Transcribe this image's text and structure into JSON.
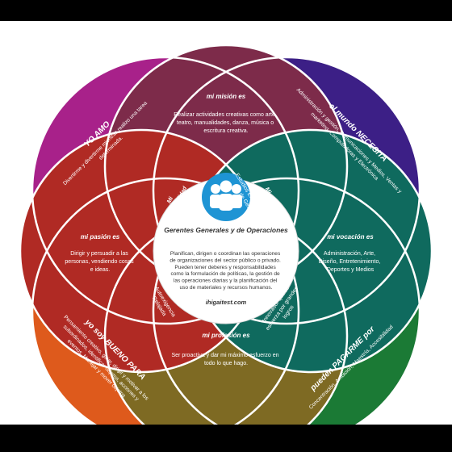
{
  "colors": {
    "love": "#a8218a",
    "need": "#3c1f86",
    "vocation": "#0f6a5e",
    "paid": "#1b7a35",
    "good": "#de5a1c",
    "passion": "#b02a24",
    "mission": "#7d2b4a",
    "profession": "#7e6a23",
    "personality": "#e58ac6",
    "career": "#8fc0ec",
    "archetype": "#8dcd88",
    "reward": "#f5c86c",
    "center": "#ffffff",
    "icon": "#1e94d4"
  },
  "love": {
    "title": "YO AMO",
    "lines": [
      "Divertirme y divertirme mientras realizo una tarea",
      "determinada."
    ]
  },
  "need": {
    "title": "el mundo NECESITA",
    "lines": [
      "Administración y gestión, Comunicaciones y Medios, Ventas y",
      "marketing, Computadoras y Electrónica"
    ]
  },
  "good": {
    "title": "yo soy BUENO PARA",
    "lines": [
      "Pensamiento creativo, guiar, dirigir y motivar a los",
      "subordinados, identificar objetos, acciones y",
      "eventos, Manejar y mover objetos"
    ]
  },
  "paid": {
    "title": "pueden PAGARME por",
    "lines": [
      "Concentración, Ambición, Maestría, Accesibilidad"
    ]
  },
  "mission": {
    "title": "mi misión es",
    "lines": [
      "Realizar actividades creativas como arte,",
      "teatro, manualidades, danza, música o",
      "escritura creativa."
    ]
  },
  "passion": {
    "title": "mi pasión es",
    "lines": [
      "Dirigir y persuadir a las",
      "personas, vendiendo cosas",
      "e ideas."
    ]
  },
  "vocation": {
    "title": "mi vocación es",
    "lines": [
      "Administración, Arte,",
      "Diseño, Entretenimiento,",
      "Deportes y Medios"
    ]
  },
  "profession": {
    "title": "mi profesión es",
    "lines": [
      "Ser proactiva y dar mi máximo esfuerzo en",
      "todo lo que hago."
    ]
  },
  "personality": {
    "title": [
      "Mi",
      "personalidad"
    ],
    "lines": [
      "Empresario",
      "Creativo"
    ]
  },
  "career": {
    "title": [
      "Mi",
      "carrera"
    ],
    "lines": [
      "Estudios Empresariales y",
      "de Gestión"
    ]
  },
  "archetype": {
    "title": [
      "Mi arquetipo"
    ],
    "lines": [
      "Innovador que se",
      "esfuerza por grandes",
      "logros"
    ]
  },
  "reward": {
    "title": [
      "Mi",
      "carrera"
    ],
    "lines": [
      "Autoexigencia",
      "Relajada"
    ]
  },
  "center": {
    "title": "Gerentes Generales y de Operaciones",
    "lines": [
      "Planifican, dirigen o coordinan las operaciones",
      "de organizaciones del sector público o privado.",
      "Pueden tener deberes y responsabilidades",
      "como la formulación de políticas, la gestión de",
      "las operaciones diarias y la planificación del",
      "uso de materiales y recursos humanos."
    ],
    "site": "ihigaitest.com"
  }
}
